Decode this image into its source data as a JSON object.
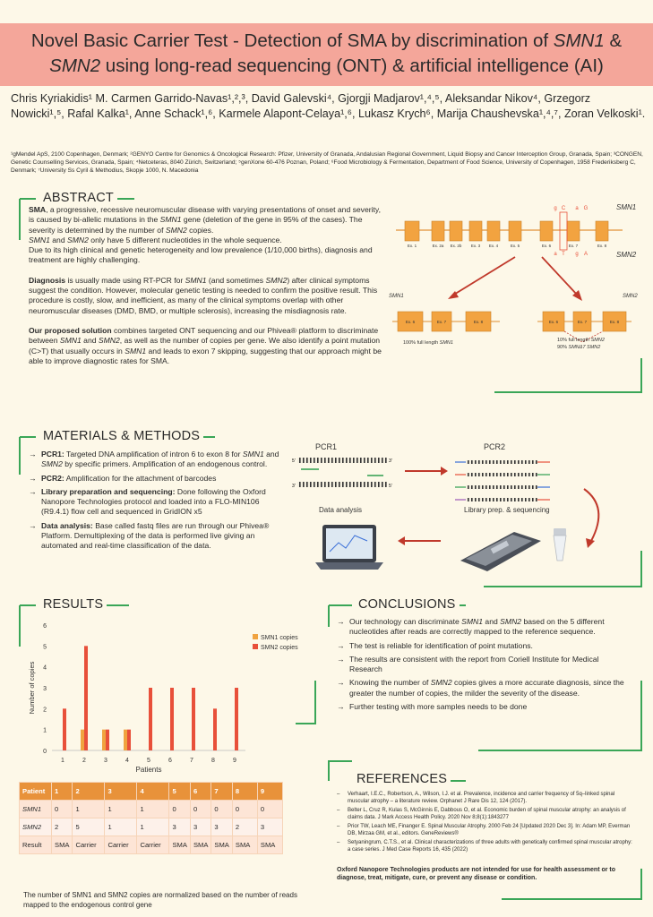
{
  "title": {
    "line1_a": "Novel Basic Carrier Test - Detection of SMA by discrimination of ",
    "line1_b": "SMN1",
    "line1_c": " &",
    "line2_a": "SMN2",
    "line2_b": " using long-read sequencing (ONT) & artificial intelligence (AI)"
  },
  "authors": "Chris Kyriakidis¹ M. Carmen Garrido-Navas¹,²,³, David Galevski⁴, Gjorgji Madjarov¹,⁴,⁵, Aleksandar Nikov⁴, Grzegorz Nowicki¹,⁵, Rafal Kalka¹, Anne Schack¹,⁶, Karmele Alapont-Celaya¹,⁶, Lukasz Krych⁶, Marija Chaushevska¹,⁴,⁷, Zoran Velkoski¹.",
  "affiliations": "¹gMendel ApS, 2100 Copenhagen, Denmark; ²GENYO Centre for Genomics & Oncological Research: Pfizer, University of Granada, Andalusian Regional Government, Liquid Biopsy and Cancer Interception Group, Granada, Spain; ³CONGEN, Genetic Counselling Services, Granada, Spain; ⁴Netceteras, 8040 Zürich, Switzerland; ⁵genXone 60-476 Poznan, Poland; ⁶Food Microbiology & Fermentation, Department of Food Science, University of Copenhagen, 1958 Frederiksberg C, Denmark; ⁷University Ss Cyril & Methodius, Skopje 1000, N. Macedonia",
  "abstract": {
    "heading": "ABSTRACT",
    "p1_bold": "SMA",
    "p1_a": ", a progressive, recessive neuromuscular disease with varying presentations of onset and severity, is caused by bi-allelic mutations in the ",
    "p1_gene": "SMN1",
    "p1_b": " gene (deletion of the gene in 95% of the cases). The severity is determined by the number of ",
    "p1_gene2": "SMN2",
    "p1_c": " copies.",
    "p1_line2_g1": "SMN1",
    "p1_line2_and": " and ",
    "p1_line2_g2": "SMN2",
    "p1_line2_rest": " only have 5 different nucleotides in the whole sequence.",
    "p1_line3": "Due to its high clinical and genetic heterogeneity and low prevalence (1/10,000 births), diagnosis and treatment are highly challenging.",
    "p2_bold": "Diagnosis",
    "p2_a": " is usually made using RT-PCR for ",
    "p2_g1": "SMN1",
    "p2_b": " (and sometimes ",
    "p2_g2": "SMN2",
    "p2_c": ") after clinical symptoms suggest the condition. However, molecular genetic testing is needed to confirm the positive result. This procedure is costly, slow, and inefficient, as many of the clinical symptoms overlap with other neuromuscular diseases (DMD, BMD, or multiple sclerosis), increasing the misdiagnosis rate.",
    "p3_bold": "Our proposed solution",
    "p3_a": " combines targeted ONT sequencing and our Phivea® platform to discriminate between ",
    "p3_g1": "SMN1",
    "p3_and": " and ",
    "p3_g2": "SMN2",
    "p3_b": ", as well as the number of copies per gene. We also identify a point mutation (C>T) that usually occurs in ",
    "p3_g3": "SMN1",
    "p3_c": " and leads to exon 7 skipping, suggesting that our approach might be able to improve diagnostic rates for SMA."
  },
  "gene_diagram": {
    "smn1": "SMN1",
    "smn2": "SMN2",
    "exons": [
      "Ex. 1",
      "Ex. 2a",
      "Ex. 2b",
      "Ex. 3",
      "Ex. 4",
      "Ex. 5",
      "Ex. 6",
      "Ex. 7",
      "Ex. 8"
    ],
    "top_letters": [
      "g",
      "C",
      "a",
      "G"
    ],
    "bottom_letters": [
      "a",
      "T",
      "g",
      "A"
    ],
    "left_label": "SMN1",
    "right_label": "SMN2",
    "left_exons": [
      "Ex. 6",
      "Ex. 7",
      "Ex. 8"
    ],
    "right_exons": [
      "Ex. 6",
      "Ex. 7",
      "Ex. 8"
    ],
    "left_caption_a": "100% full length ",
    "left_caption_b": "SMN1",
    "right_caption1_a": "10% full length ",
    "right_caption1_b": "SMN2",
    "right_caption2_a": "90% ",
    "right_caption2_b": "SMNΔ7 SMN2"
  },
  "methods": {
    "heading": "MATERIALS & METHODS",
    "arrow": "→",
    "i1_bold": "PCR1:",
    "i1_a": " Targeted DNA amplification of intron 6 to exon 8 for ",
    "i1_g1": "SMN1",
    "i1_and": " and ",
    "i1_g2": "SMN2",
    "i1_b": " by specific primers. Amplification of an endogenous control.",
    "i2_bold": "PCR2:",
    "i2_a": " Amplification for the attachment of barcodes",
    "i3_bold": "Library preparation and sequencing:",
    "i3_a": " Done following the Oxford Nanopore Technologies protocol and loaded into a FLO-MIN106 (R9.4.1) flow cell and sequenced in GridION x5",
    "i4_bold": "Data analysis:",
    "i4_a": " Base called fastq files are run through our Phivea® Platform. Demultiplexing of the data is performed live giving an automated and real-time classification of the data."
  },
  "workflow": {
    "pcr1": "PCR1",
    "pcr2": "PCR2",
    "data_analysis": "Data analysis",
    "library": "Library prep. & sequencing",
    "p5": "5'",
    "p3": "3'"
  },
  "results": {
    "heading": "RESULTS",
    "note": "The number of SMN1 and SMN2 copies are  normalized based on the number of reads mapped to the endogenous control gene",
    "table": {
      "header": [
        "Patient",
        "1",
        "2",
        "3",
        "4",
        "5",
        "6",
        "7",
        "8",
        "9"
      ],
      "rows": [
        [
          "SMN1",
          "0",
          "1",
          "1",
          "1",
          "0",
          "0",
          "0",
          "0",
          "0"
        ],
        [
          "SMN2",
          "2",
          "5",
          "1",
          "1",
          "3",
          "3",
          "3",
          "2",
          "3"
        ],
        [
          "Result",
          "SMA",
          "Carrier",
          "Carrier",
          "Carrier",
          "SMA",
          "SMA",
          "SMA",
          "SMA",
          "SMA"
        ]
      ]
    }
  },
  "chart_data": {
    "type": "bar",
    "categories": [
      "1",
      "2",
      "3",
      "4",
      "5",
      "6",
      "7",
      "8",
      "9"
    ],
    "series": [
      {
        "name": "SMN1 copies",
        "values": [
          0,
          1,
          1,
          1,
          0,
          0,
          0,
          0,
          0
        ],
        "color": "#f0a340"
      },
      {
        "name": "SMN2 copies",
        "values": [
          2,
          5,
          1,
          1,
          3,
          3,
          3,
          2,
          3
        ],
        "color": "#e8503a"
      }
    ],
    "xlabel": "Patients",
    "ylabel": "Number of copies",
    "ylim": [
      0,
      6
    ],
    "yticks": [
      "0",
      "1",
      "2",
      "3",
      "4",
      "5",
      "6"
    ],
    "grid": false,
    "legend": "top-right"
  },
  "conclusions": {
    "heading": "CONCLUSIONS",
    "arrow": "→",
    "c1_a": "Our technology can discriminate ",
    "c1_g1": "SMN1",
    "c1_and": " and ",
    "c1_g2": "SMN2",
    "c1_b": " based on the 5 different nucleotides after reads are correctly mapped to the reference sequence.",
    "c2": "The test is reliable for identification of point mutations.",
    "c3": "The results are consistent with the report from Coriell Institute for Medical Research",
    "c4_a": "Knowing the number of ",
    "c4_g": "SMN2",
    "c4_b": " copies gives a more accurate diagnosis, since the greater the number of copies, the milder the severity of the disease.",
    "c5": "Further testing with more samples needs to be done"
  },
  "references": {
    "heading": "REFERENCES",
    "dash": "–",
    "items": [
      "Verhaart, I.E.C., Robertson, A., Wilson, I.J. et al. Prevalence, incidence and carrier frequency of 5q–linked spinal muscular atrophy – a literature review. Orphanet J Rare Dis 12, 124 (2017).",
      "Belter L, Cruz R, Kulas S, McGinnis E, Dabbous O, et al. Economic burden of spinal muscular atrophy: an analysis of claims data. J Mark Access Health Policy. 2020 Nov 8;8(1):1843277",
      "Prior TW, Leach ME, Finanger E. Spinal Muscular Atrophy. 2000 Feb 24 [Updated 2020 Dec 3]. In: Adam MP, Everman DB, Mirzaa GM, et al., editors. GeneReviews®",
      "Setyaningrum, C.T.S., et al. Clinical characterizations of three adults with genetically confirmed spinal muscular atrophy: a case series. J Med Case Reports 16, 435 (2022)"
    ],
    "disclaimer": "Oxford Nanopore Technologies products are not intended for use for health assessment or to diagnose, treat, mitigate, cure, or prevent any disease or condition."
  }
}
